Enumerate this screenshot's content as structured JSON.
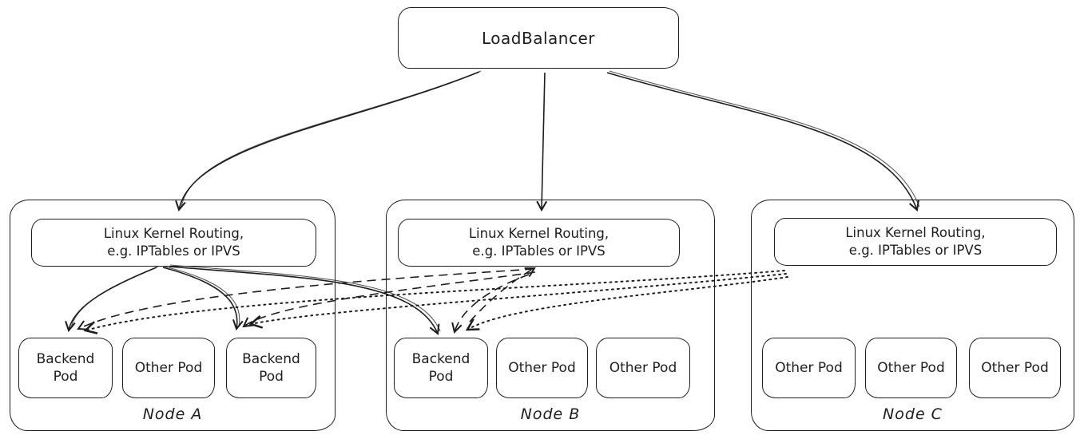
{
  "colors": {
    "stroke": "#1e1e1e",
    "background": "#ffffff"
  },
  "load_balancer": {
    "label": "LoadBalancer"
  },
  "nodes": [
    {
      "label": "Node A",
      "routing_line1": "Linux Kernel Routing,",
      "routing_line2": "e.g. IPTables or IPVS",
      "pods": [
        "Backend Pod",
        "Other Pod",
        "Backend Pod"
      ]
    },
    {
      "label": "Node B",
      "routing_line1": "Linux Kernel Routing,",
      "routing_line2": "e.g. IPTables or IPVS",
      "pods": [
        "Backend Pod",
        "Other Pod",
        "Other Pod"
      ]
    },
    {
      "label": "Node C",
      "routing_line1": "Linux Kernel Routing,",
      "routing_line2": "e.g. IPTables or IPVS",
      "pods": [
        "Other Pod",
        "Other Pod",
        "Other Pod"
      ]
    }
  ],
  "edges": [
    {
      "from": "LoadBalancer",
      "to": "Node A routing",
      "style": "solid"
    },
    {
      "from": "LoadBalancer",
      "to": "Node B routing",
      "style": "solid"
    },
    {
      "from": "LoadBalancer",
      "to": "Node C routing",
      "style": "solid"
    },
    {
      "from": "Node A routing",
      "to": "Node A Backend Pod (left)",
      "style": "solid"
    },
    {
      "from": "Node A routing",
      "to": "Node A Backend Pod (right)",
      "style": "solid"
    },
    {
      "from": "Node A routing",
      "to": "Node B Backend Pod",
      "style": "solid"
    },
    {
      "from": "Node B routing",
      "to": "Node A Backend Pod (left)",
      "style": "dashed"
    },
    {
      "from": "Node B routing",
      "to": "Node A Backend Pod (right)",
      "style": "dashed"
    },
    {
      "from": "Node B routing",
      "to": "Node B Backend Pod",
      "style": "dashed"
    },
    {
      "from": "Node B Backend Pod",
      "to": "Node B routing",
      "style": "dashed"
    },
    {
      "from": "Node C routing",
      "to": "Node A Backend Pod (left)",
      "style": "dotted"
    },
    {
      "from": "Node C routing",
      "to": "Node A Backend Pod (right)",
      "style": "dotted"
    },
    {
      "from": "Node C routing",
      "to": "Node B Backend Pod",
      "style": "dotted"
    }
  ]
}
